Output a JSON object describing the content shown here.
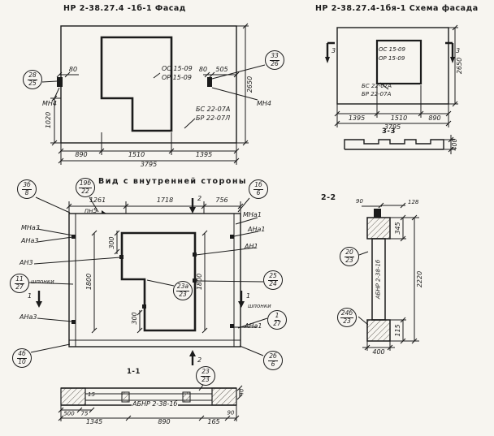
{
  "page": {
    "background": "#f7f5f0",
    "ink": "#1b1b1b"
  },
  "facade": {
    "title": "НР 2-38.27.4 -1б-1 Фасад",
    "callout_left": {
      "num": "28",
      "sheet": "25"
    },
    "callout_right": {
      "num": "33",
      "sheet": "26"
    },
    "win_label1": "ОС 15-09",
    "win_label2": "ОР 15-09",
    "panel_label1": "БС 22-07А",
    "panel_label2": "БР 22-07Л",
    "anchor_left": "МН4",
    "anchor_right": "МН4",
    "dim_80l": "80",
    "dim_80r": "80",
    "dim_505": "505",
    "dim_1020": "1020",
    "dim_2650": "2650",
    "dim_b1": "890",
    "dim_b2": "1510",
    "dim_b3": "1395",
    "dim_total": "3795"
  },
  "scheme": {
    "title": "НР 2-38.27.4-1бя-1 Схема фасада",
    "win_label1": "ОС 15-09",
    "win_label2": "ОР 15-09",
    "panel_label1": "БС 22-07А",
    "panel_label2": "БР 22-07А",
    "sec_mark": "3",
    "dim_b1": "1395",
    "dim_b2": "1510",
    "dim_b3": "890",
    "dim_total": "3795",
    "dim_2650": "2650",
    "sec_title": "3-3",
    "dim_400": "400"
  },
  "inner": {
    "title": "Вид с внутренней стороны",
    "callout_tl": {
      "num": "3б",
      "sheet": "8"
    },
    "callout_tm": {
      "num": "19б",
      "sheet": "22"
    },
    "callout_tr": {
      "num": "1б",
      "sheet": "6"
    },
    "callout_ml": {
      "num": "11",
      "sheet": "27"
    },
    "callout_mr": {
      "num": "25",
      "sheet": "24"
    },
    "callout_c": {
      "num": "23а",
      "sheet": "23"
    },
    "callout_r2": {
      "num": "1",
      "sheet": "27"
    },
    "callout_bl": {
      "num": "4б",
      "sheet": "10"
    },
    "callout_br": {
      "num": "2б",
      "sheet": "6"
    },
    "dim_t1": "1261",
    "dim_t2": "1718",
    "dim_t3": "756",
    "pn5": "пн5",
    "lbl_mna3": "МНа3",
    "lbl_ana3": "АНа3",
    "lbl_an3": "АН3",
    "lbl_shponki_l": "шпонки",
    "lbl_ana3b": "АНа3",
    "lbl_mna1": "МНа1",
    "lbl_ana1": "АНа1",
    "lbl_an1": "АН1",
    "lbl_shponki_r": "шпонки",
    "lbl_ana1b": "АНа1",
    "dim_300t": "300",
    "dim_300b": "300",
    "dim_1800l": "1800",
    "dim_1800r": "1800",
    "sec1": "1",
    "sec2": "2"
  },
  "section11": {
    "title": "1-1",
    "callout": {
      "num": "23",
      "sheet": "23"
    },
    "label": "АБНР 2-38-1б",
    "dim_500": "500",
    "dim_75": "75",
    "dim_15": "15",
    "dim_b1": "1345",
    "dim_b2": "890",
    "dim_b3": "165",
    "dim_90": "90",
    "dim_40": "40"
  },
  "section22": {
    "title": "2-2",
    "callout_top": {
      "num": "20",
      "sheet": "23"
    },
    "callout_bot": {
      "num": "24б",
      "sheet": "23"
    },
    "label": "АБНР 2-38-1б",
    "dim_128": "128",
    "dim_345": "345",
    "dim_2220": "2220",
    "dim_115": "115",
    "dim_400": "400",
    "dim_90": "90"
  }
}
